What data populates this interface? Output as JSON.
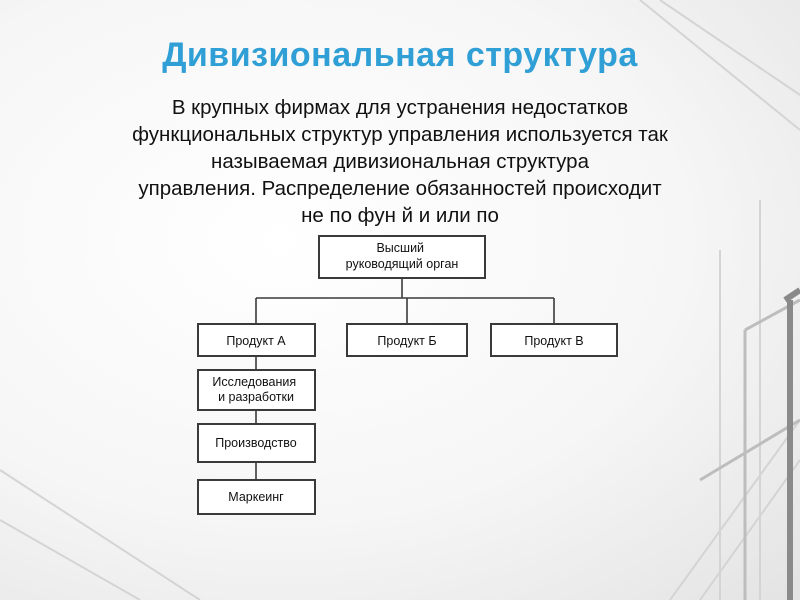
{
  "slide": {
    "title": "Дивизиональная структура",
    "body_lines": [
      "В крупных фирмах для устранения недостатков",
      "функциональных структур управления используется так",
      "называемая дивизиональная структура",
      "управления. Распределение обязанностей происходит",
      "не по фун                                          й                    и или по"
    ]
  },
  "diagram": {
    "root": {
      "lines": [
        "Высший",
        "руководящий орган"
      ]
    },
    "products": [
      {
        "label": "Продукт А"
      },
      {
        "label": "Продукт Б"
      },
      {
        "label": "Продукт В"
      }
    ],
    "functions": [
      {
        "lines": [
          "Исследования",
          "и разработки"
        ]
      },
      {
        "lines": [
          "Производство"
        ]
      },
      {
        "lines": [
          "Маркеинг"
        ]
      }
    ]
  },
  "colors": {
    "title": "#2f9fd6",
    "box_stroke": "#3a3a3a",
    "text": "#111111"
  }
}
